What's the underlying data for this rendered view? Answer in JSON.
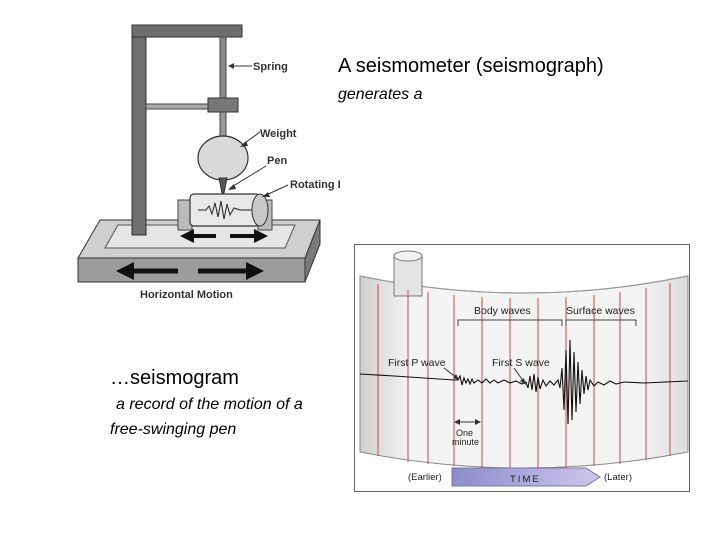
{
  "slide": {
    "heading_line1": "A seismometer (seismograph)",
    "heading_line2": "generates a",
    "caption_line1": "…seismogram",
    "caption_line2": "a record of the motion of a",
    "caption_line3": "free-swinging pen"
  },
  "seismometer": {
    "labels": {
      "spring": "Spring",
      "weight": "Weight",
      "pen": "Pen",
      "drum": "Rotating Drum",
      "motion": "Horizontal Motion"
    }
  },
  "seismogram": {
    "labels": {
      "body_waves": "Body waves",
      "surface_waves": "Surface waves",
      "first_p": "First P wave",
      "first_s": "First S wave",
      "one": "One",
      "minute": "minute",
      "earlier": "(Earlier)",
      "time": "TIME",
      "later": "(Later)"
    }
  }
}
